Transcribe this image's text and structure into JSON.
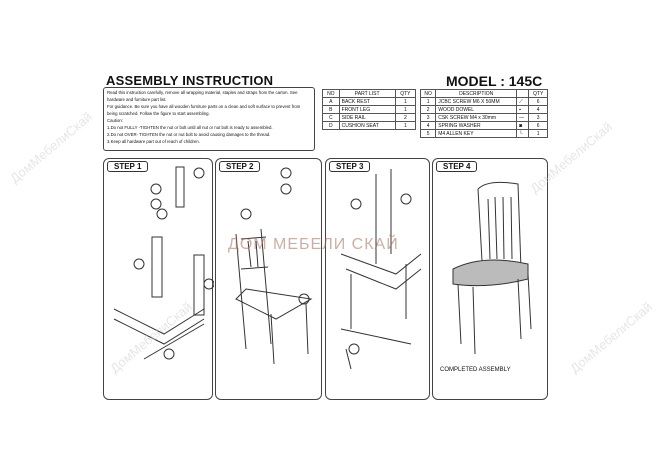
{
  "title": "ASSEMBLY INSTRUCTION",
  "model": "MODEL : 145C",
  "instructions": [
    "Read this instruction carefully, remove all wrapping material, staples and straps from the carton. See hardware and furniture part list.",
    "For guidance. Be sure you have all wooden furniture parts on a clean and soft surface to prevent from being scratched. Follow the figure to start assembling.",
    "Caution:",
    "1.Do not FULLY -TIGHTEN the nut or bolt until all nut or nut bolt is ready to assembled.",
    "2.Do not OVER- TIGHTEN the nut or nut bolt to avoid causing damages to the thread.",
    "3.Keep all hardware part out of reach of children."
  ],
  "parts": {
    "headers": [
      "NO",
      "PART LIST",
      "QTY"
    ],
    "rows": [
      [
        "A",
        "BACK REST",
        "1"
      ],
      [
        "B",
        "FRONT LEG",
        "1"
      ],
      [
        "C",
        "SIDE RAIL",
        "2"
      ],
      [
        "D",
        "CUSHION SEAT",
        "1"
      ]
    ]
  },
  "hardware": {
    "headers": [
      "NO",
      "DESCRIPTION",
      "QTY"
    ],
    "rows": [
      [
        "1",
        "JCBC SCREW M6 X 50MM",
        "6"
      ],
      [
        "2",
        "WOOD DOWEL",
        "4"
      ],
      [
        "3",
        "CSK SCREW M4 x 30mm",
        "3"
      ],
      [
        "4",
        "SPRING WASHER",
        "6"
      ],
      [
        "5",
        "M4 ALLEN KEY",
        "1"
      ]
    ]
  },
  "steps": [
    "STEP 1",
    "STEP 2",
    "STEP 3",
    "STEP 4"
  ],
  "completed": "COMPLETED ASSEMBLY",
  "watermark": "ДомМебелиСкай",
  "watermark_center": "ДОМ МЕБЕЛИ СКАЙ"
}
